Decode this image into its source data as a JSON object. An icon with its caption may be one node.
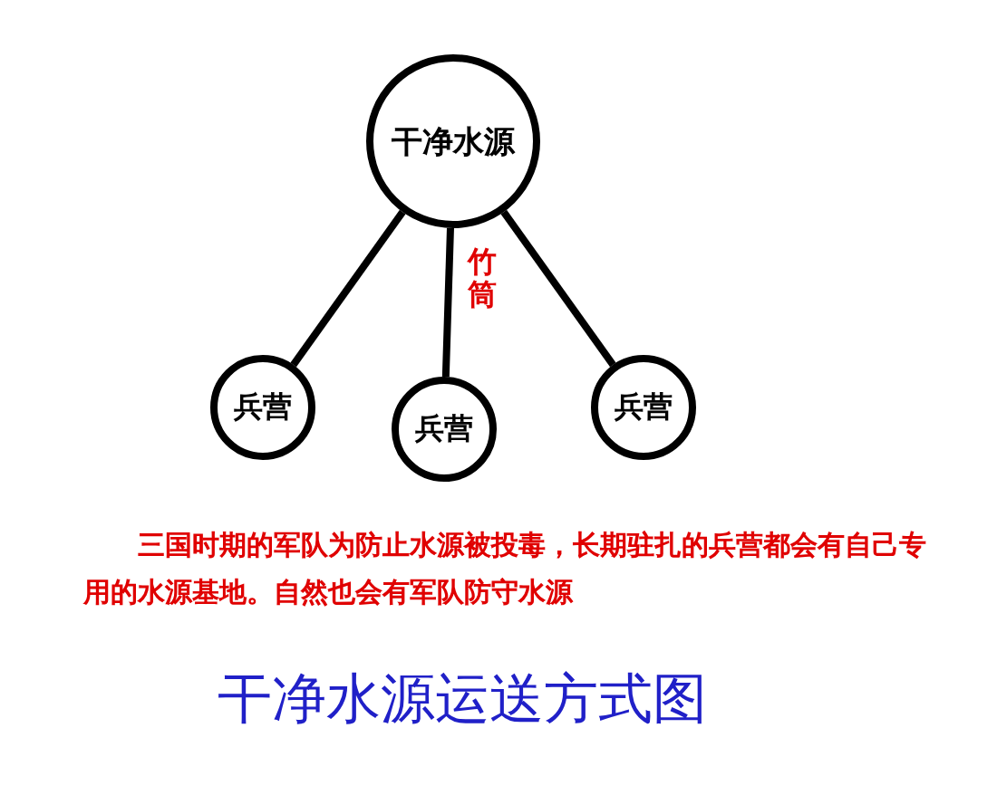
{
  "diagram": {
    "title": "干净水源运送方式图",
    "nodes": [
      {
        "text": [
          "干净水源"
        ]
      },
      {
        "text": [
          "兵营"
        ]
      },
      {
        "text": [
          "兵营"
        ]
      },
      {
        "text": [
          "兵营"
        ]
      }
    ],
    "edges": [
      {
        "from": 0,
        "to": 1,
        "arrow": "none"
      },
      {
        "from": 0,
        "to": 2,
        "arrow": "none",
        "label": "竹筒"
      },
      {
        "from": 0,
        "to": 3,
        "arrow": "none"
      }
    ],
    "labels": [
      "三国时期的军队为防止水源被投毒，长期驻扎的兵营都会有自己专用的水源基地。自然也会有军队防守水源"
    ]
  }
}
